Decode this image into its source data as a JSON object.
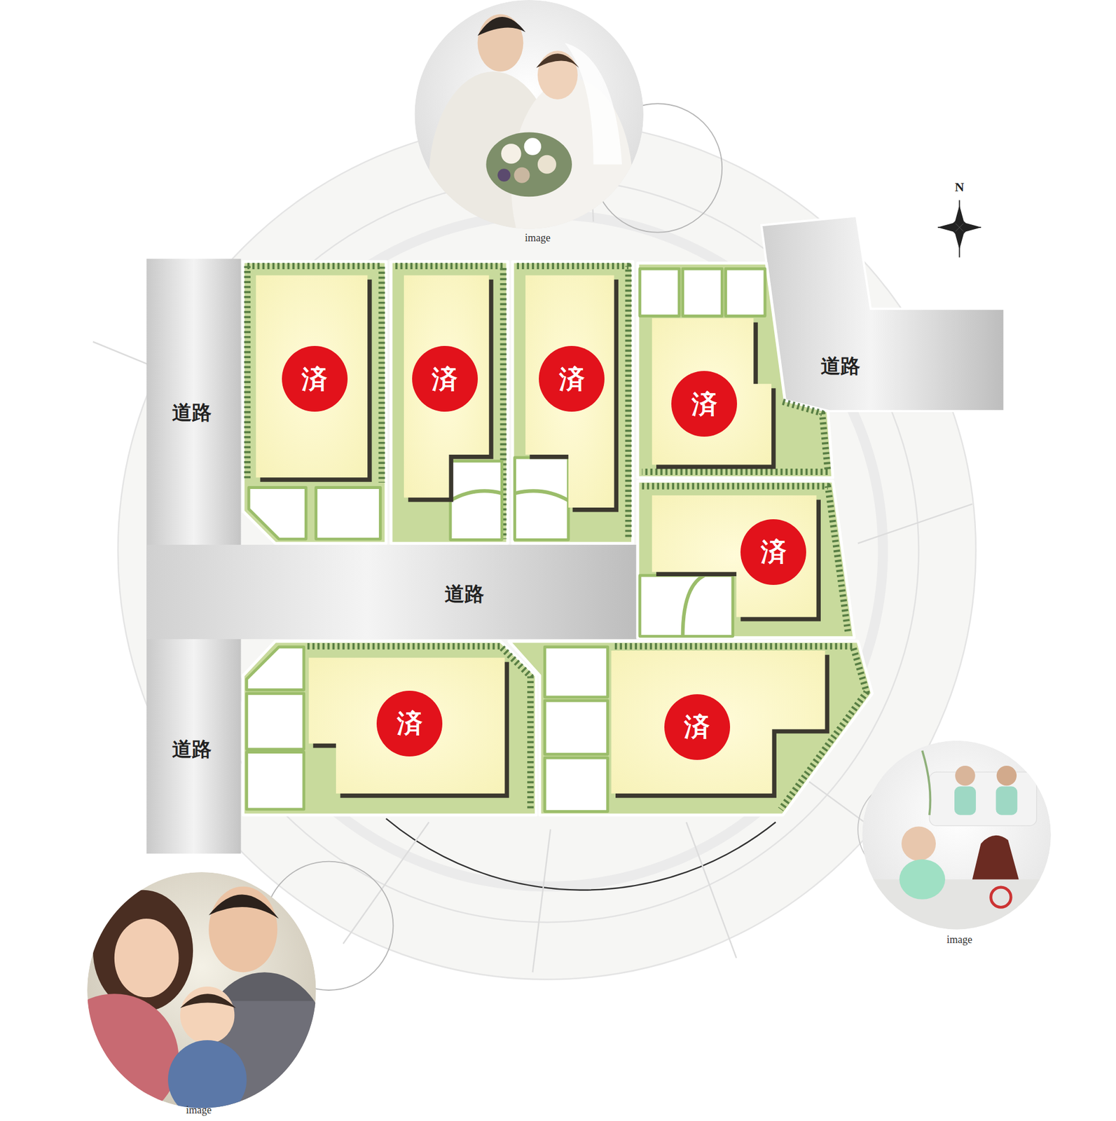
{
  "diagram": {
    "nodes": [
      {
        "text": [
          "道路"
        ]
      },
      {
        "text": [
          "済"
        ]
      },
      {
        "text": [
          "済"
        ]
      },
      {
        "text": [
          "済"
        ]
      },
      {
        "text": [
          "済"
        ]
      },
      {
        "text": [
          "道路"
        ]
      },
      {
        "text": [
          "済"
        ]
      },
      {
        "text": [
          "道路"
        ]
      },
      {
        "text": [
          "済"
        ]
      },
      {
        "text": [
          "済"
        ]
      },
      {
        "text": [
          "道路"
        ]
      }
    ],
    "labels": [
      "N",
      "image",
      "image",
      "image"
    ]
  }
}
